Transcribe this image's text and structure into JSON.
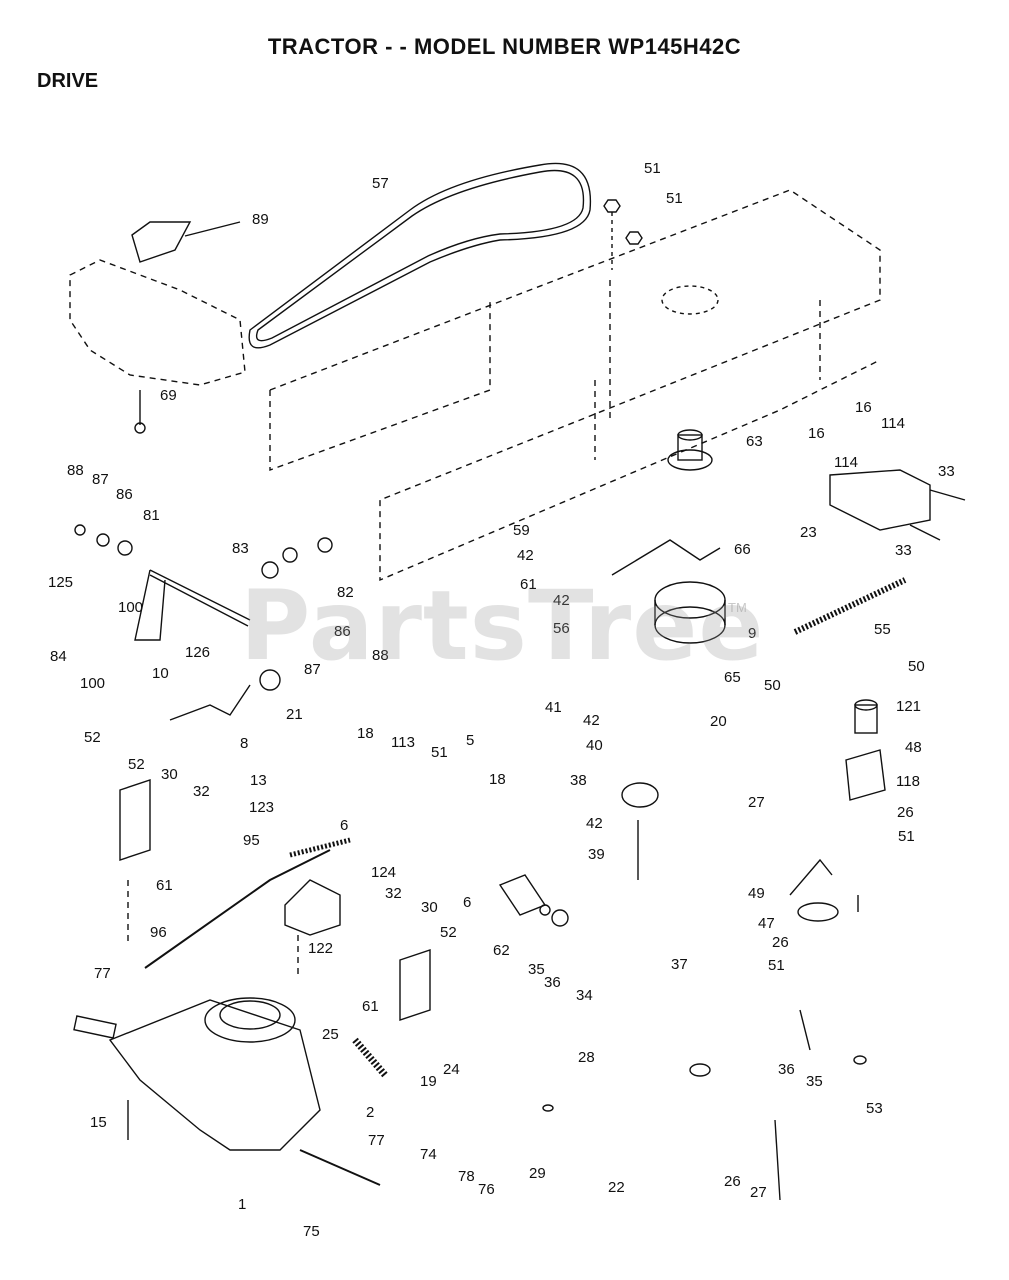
{
  "title": "TRACTOR - - MODEL NUMBER WP145H42C",
  "section": "DRIVE",
  "watermark": "PartsTree",
  "watermark_mark": "TM",
  "colors": {
    "line": "#111111",
    "dashed": "#222222",
    "watermark": "#969696"
  },
  "callouts": [
    {
      "id": "57",
      "text": "57"
    },
    {
      "id": "51a",
      "text": "51"
    },
    {
      "id": "51b",
      "text": "51"
    },
    {
      "id": "89",
      "text": "89"
    },
    {
      "id": "69",
      "text": "69"
    },
    {
      "id": "63",
      "text": "63"
    },
    {
      "id": "16a",
      "text": "16"
    },
    {
      "id": "16b",
      "text": "16"
    },
    {
      "id": "114a",
      "text": "114"
    },
    {
      "id": "114b",
      "text": "114"
    },
    {
      "id": "33a",
      "text": "33"
    },
    {
      "id": "33b",
      "text": "33"
    },
    {
      "id": "23",
      "text": "23"
    },
    {
      "id": "88a",
      "text": "88"
    },
    {
      "id": "87a",
      "text": "87"
    },
    {
      "id": "86a",
      "text": "86"
    },
    {
      "id": "81",
      "text": "81"
    },
    {
      "id": "83",
      "text": "83"
    },
    {
      "id": "82",
      "text": "82"
    },
    {
      "id": "59",
      "text": "59"
    },
    {
      "id": "42a",
      "text": "42"
    },
    {
      "id": "66",
      "text": "66"
    },
    {
      "id": "61a",
      "text": "61"
    },
    {
      "id": "42b",
      "text": "42"
    },
    {
      "id": "56",
      "text": "56"
    },
    {
      "id": "9",
      "text": "9"
    },
    {
      "id": "55",
      "text": "55"
    },
    {
      "id": "125",
      "text": "125"
    },
    {
      "id": "100a",
      "text": "100"
    },
    {
      "id": "84",
      "text": "84"
    },
    {
      "id": "126",
      "text": "126"
    },
    {
      "id": "100b",
      "text": "100"
    },
    {
      "id": "86b",
      "text": "86"
    },
    {
      "id": "88b",
      "text": "88"
    },
    {
      "id": "87b",
      "text": "87"
    },
    {
      "id": "10",
      "text": "10"
    },
    {
      "id": "21",
      "text": "21"
    },
    {
      "id": "65",
      "text": "65"
    },
    {
      "id": "50a",
      "text": "50"
    },
    {
      "id": "50b",
      "text": "50"
    },
    {
      "id": "41",
      "text": "41"
    },
    {
      "id": "20",
      "text": "20"
    },
    {
      "id": "121",
      "text": "121"
    },
    {
      "id": "8",
      "text": "8"
    },
    {
      "id": "42c",
      "text": "42"
    },
    {
      "id": "52a",
      "text": "52"
    },
    {
      "id": "18a",
      "text": "18"
    },
    {
      "id": "113",
      "text": "113"
    },
    {
      "id": "51c",
      "text": "51"
    },
    {
      "id": "5",
      "text": "5"
    },
    {
      "id": "18b",
      "text": "18"
    },
    {
      "id": "40",
      "text": "40"
    },
    {
      "id": "48",
      "text": "48"
    },
    {
      "id": "52b",
      "text": "52"
    },
    {
      "id": "30a",
      "text": "30"
    },
    {
      "id": "38",
      "text": "38"
    },
    {
      "id": "118",
      "text": "118"
    },
    {
      "id": "27a",
      "text": "27"
    },
    {
      "id": "13",
      "text": "13"
    },
    {
      "id": "32a",
      "text": "32"
    },
    {
      "id": "123",
      "text": "123"
    },
    {
      "id": "6a",
      "text": "6"
    },
    {
      "id": "42d",
      "text": "42"
    },
    {
      "id": "26a",
      "text": "26"
    },
    {
      "id": "51d",
      "text": "51"
    },
    {
      "id": "95",
      "text": "95"
    },
    {
      "id": "39",
      "text": "39"
    },
    {
      "id": "61b",
      "text": "61"
    },
    {
      "id": "124",
      "text": "124"
    },
    {
      "id": "6b",
      "text": "6"
    },
    {
      "id": "49",
      "text": "49"
    },
    {
      "id": "32b",
      "text": "32"
    },
    {
      "id": "30b",
      "text": "30"
    },
    {
      "id": "47",
      "text": "47"
    },
    {
      "id": "96",
      "text": "96"
    },
    {
      "id": "122",
      "text": "122"
    },
    {
      "id": "52c",
      "text": "52"
    },
    {
      "id": "62",
      "text": "62"
    },
    {
      "id": "26b",
      "text": "26"
    },
    {
      "id": "35a",
      "text": "35"
    },
    {
      "id": "36a",
      "text": "36"
    },
    {
      "id": "34",
      "text": "34"
    },
    {
      "id": "37",
      "text": "37"
    },
    {
      "id": "51e",
      "text": "51"
    },
    {
      "id": "77a",
      "text": "77"
    },
    {
      "id": "61c",
      "text": "61"
    },
    {
      "id": "25",
      "text": "25"
    },
    {
      "id": "24",
      "text": "24"
    },
    {
      "id": "28",
      "text": "28"
    },
    {
      "id": "36b",
      "text": "36"
    },
    {
      "id": "35b",
      "text": "35"
    },
    {
      "id": "19",
      "text": "19"
    },
    {
      "id": "15",
      "text": "15"
    },
    {
      "id": "2",
      "text": "2"
    },
    {
      "id": "53",
      "text": "53"
    },
    {
      "id": "77b",
      "text": "77"
    },
    {
      "id": "74",
      "text": "74"
    },
    {
      "id": "29",
      "text": "29"
    },
    {
      "id": "22",
      "text": "22"
    },
    {
      "id": "26c",
      "text": "26"
    },
    {
      "id": "1",
      "text": "1"
    },
    {
      "id": "78",
      "text": "78"
    },
    {
      "id": "76",
      "text": "76"
    },
    {
      "id": "27b",
      "text": "27"
    },
    {
      "id": "75",
      "text": "75"
    }
  ]
}
